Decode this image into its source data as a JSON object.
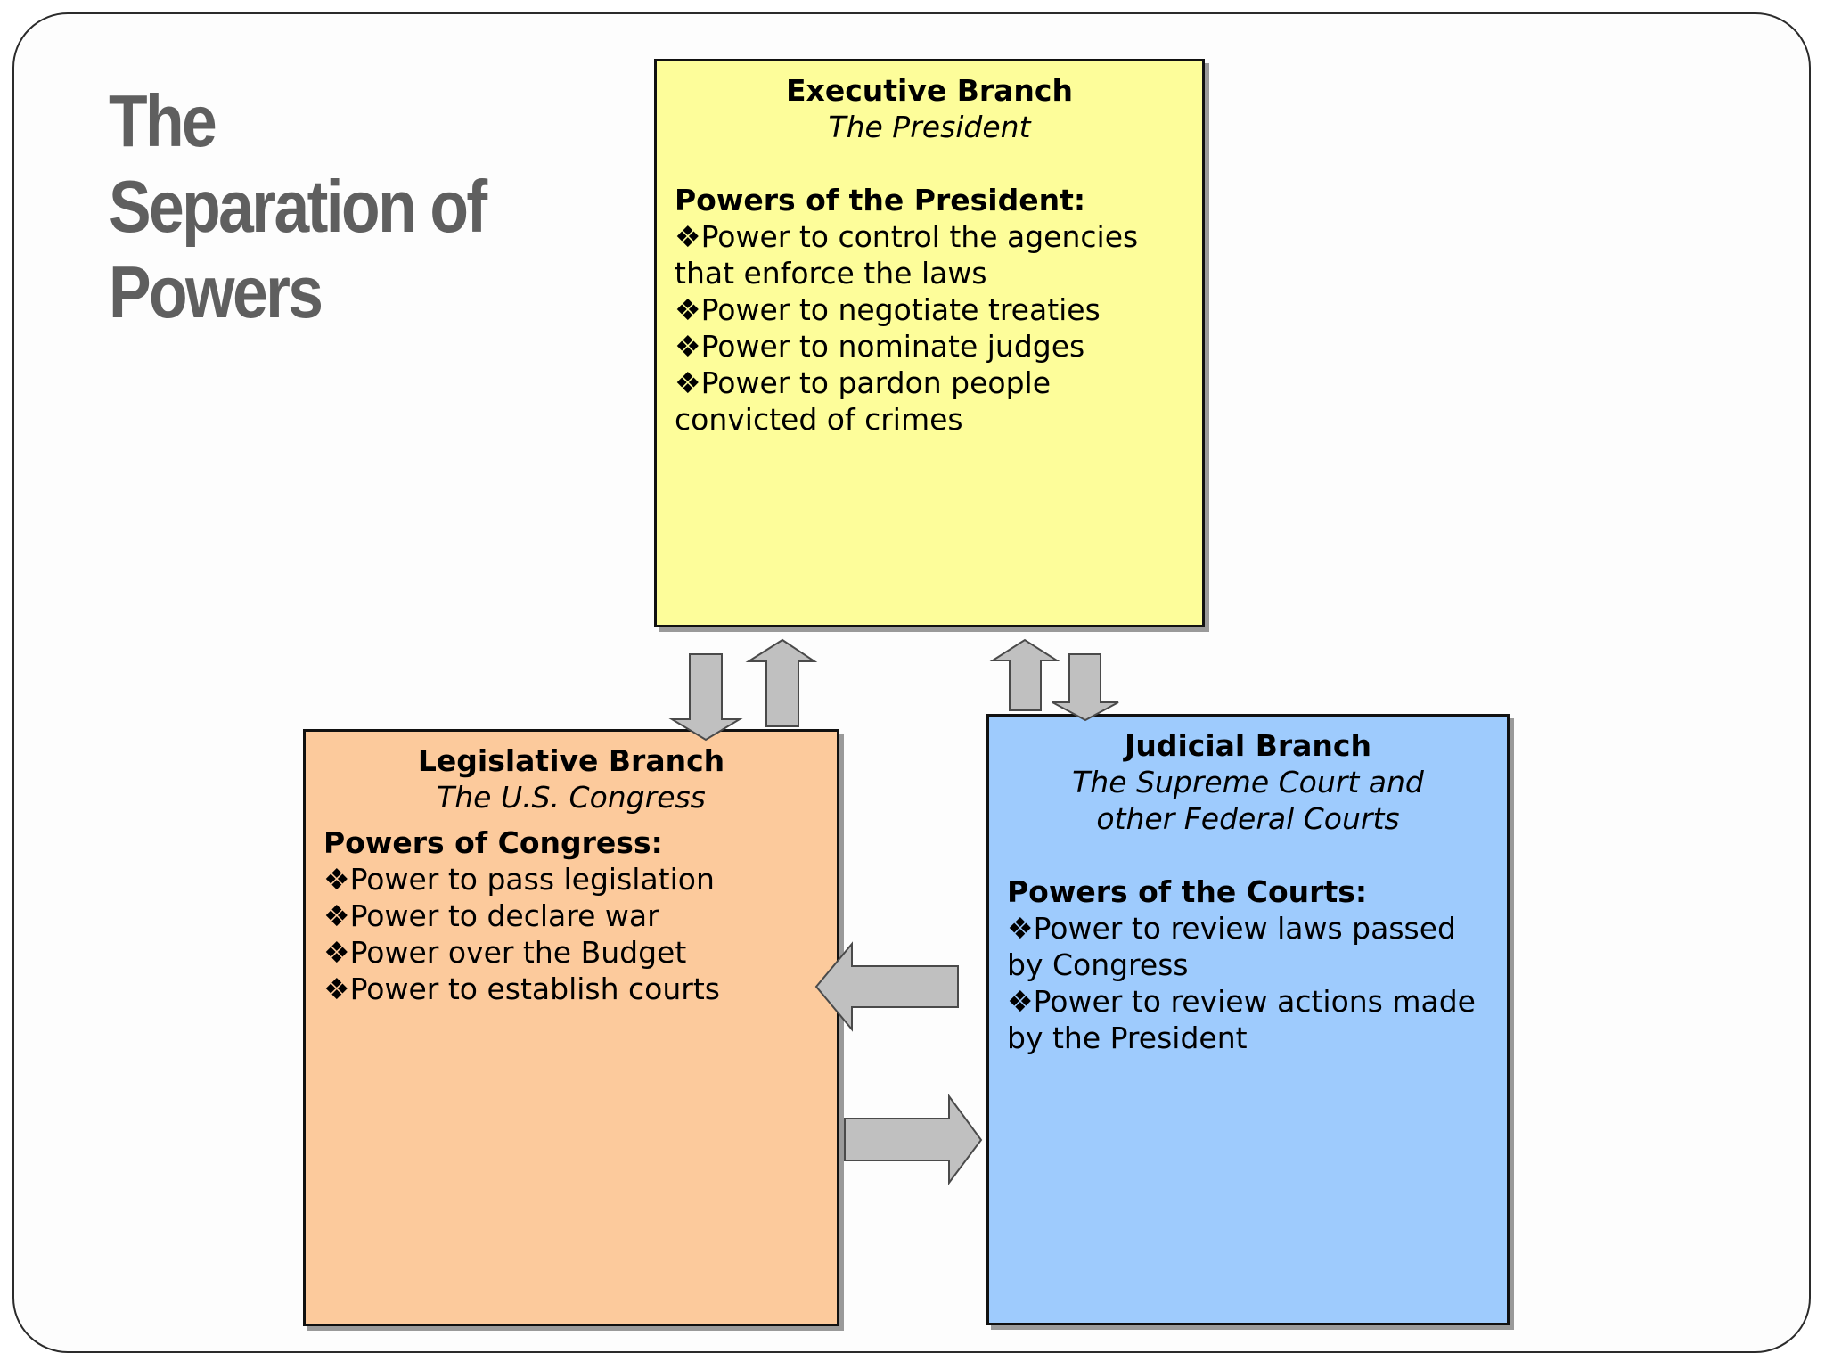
{
  "title": {
    "line1": "The",
    "line2": "Separation of",
    "line3": "Powers"
  },
  "executive": {
    "heading": "Executive Branch",
    "subtitle": "The President",
    "powers_heading": "Powers of the President:",
    "powers": [
      "❖Power to control the agencies that enforce the laws",
      "❖Power to negotiate treaties",
      "❖Power to nominate judges",
      "❖Power to pardon people convicted of crimes"
    ],
    "color": "#fdfd9a"
  },
  "legislative": {
    "heading": "Legislative Branch",
    "subtitle": "The U.S. Congress",
    "powers_heading": "Powers of Congress:",
    "powers": [
      "❖Power to pass legislation",
      "❖Power to declare war",
      "❖Power over the Budget",
      "❖Power to establish courts"
    ],
    "color": "#fcca9c"
  },
  "judicial": {
    "heading": "Judicial Branch",
    "subtitle_line1": "The Supreme Court and",
    "subtitle_line2": "other Federal Courts",
    "powers_heading": "Powers of the Courts:",
    "powers": [
      "❖Power to review laws passed by Congress",
      "❖Power to review actions made by the President"
    ],
    "color": "#9ecbfd"
  },
  "arrow_color": "#c0c0c0"
}
